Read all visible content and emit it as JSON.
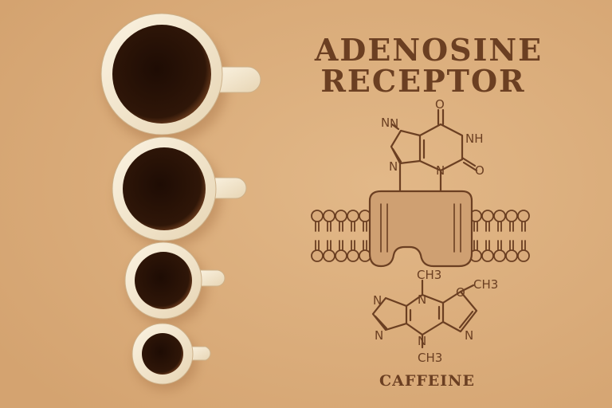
{
  "title": {
    "line1": "ADENOSINE",
    "line2": "RECEPTOR"
  },
  "adenosine_labels": {
    "n_top_left": "N",
    "n_imidazole": "N",
    "n_bottom_left": "N",
    "n_bottom_right": "N",
    "nh": "NH",
    "o_top": "O",
    "o_right": "O"
  },
  "caffeine_labels": {
    "n_left_top": "N",
    "n_left_bottom": "N",
    "n_center_top": "N",
    "n_center_bottom": "N",
    "n_right": "N",
    "o_ring": "O",
    "ch3_top": "CH3",
    "ch3_right": "CH3",
    "ch3_bottom": "CH3"
  },
  "caption": "CAFFEINE",
  "colors": {
    "background": "#dcae7c",
    "ink": "#6b3f22",
    "receptor_fill": "#cfa072",
    "cup_rim": "#f1e4cb",
    "coffee": "#2e1608",
    "crema": "#7a4522"
  }
}
